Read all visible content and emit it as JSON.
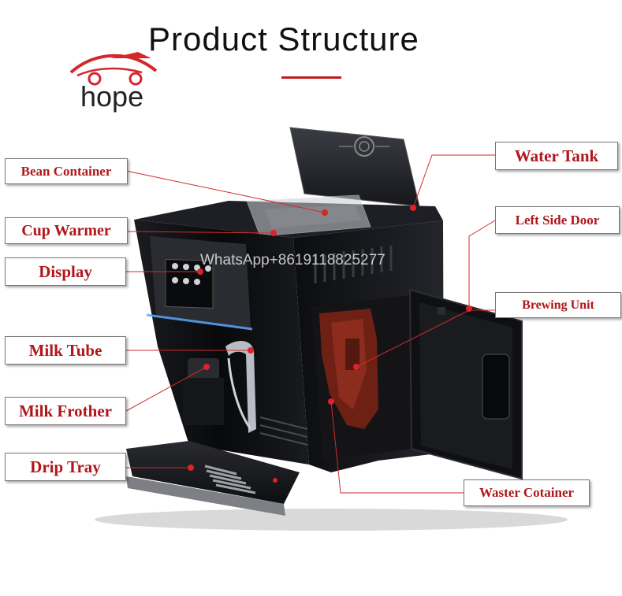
{
  "header": {
    "title": "Product  Structure",
    "brand": "hope"
  },
  "watermark": "WhatsApp+8619118825277",
  "colors": {
    "label_text": "#b0161a",
    "accent": "#c41a1a",
    "machine_body": "#101114",
    "brew_unit": "#7a2418",
    "dot": "#e0202a"
  },
  "labels": {
    "bean_container": "Bean Container",
    "cup_warmer": "Cup Warmer",
    "display": "Display",
    "milk_tube": "Milk Tube",
    "milk_frother": "Milk Frother",
    "drip_tray": "Drip Tray",
    "water_tank": "Water Tank",
    "left_side_door": "Left Side Door",
    "brewing_unit": "Brewing Unit",
    "waster_cotainer": "Waster Cotainer"
  }
}
